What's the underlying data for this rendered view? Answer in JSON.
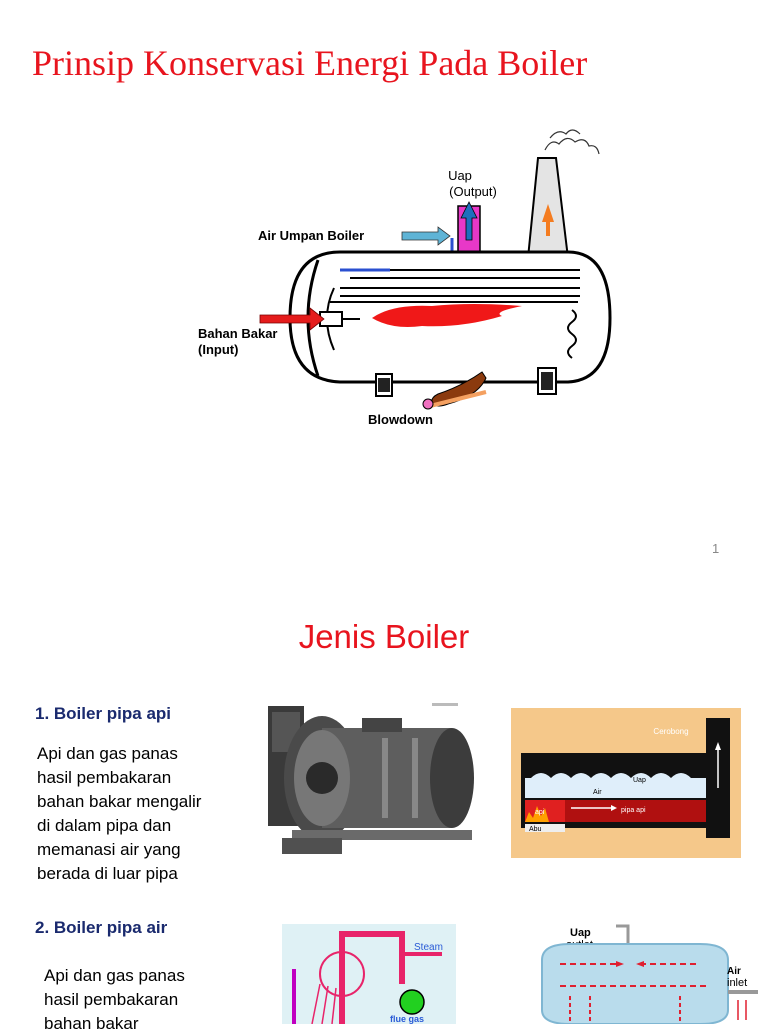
{
  "slide1": {
    "title": "Prinsip Konservasi Energi Pada Boiler",
    "page_number": "1",
    "diagram": {
      "label_uap": "Uap",
      "label_output": "(Output)",
      "label_feed": "Air Umpan Boiler",
      "label_fuel": "Bahan Bakar",
      "label_input": "(Input)",
      "label_blowdown": "Blowdown"
    }
  },
  "slide2": {
    "title": "Jenis Boiler",
    "section1": {
      "heading": "1. Boiler pipa api",
      "lines": [
        "Api dan gas panas",
        "hasil pembakaran",
        "bahan bakar mengalir",
        "di dalam pipa dan",
        "memanasi air yang",
        "berada di luar pipa"
      ],
      "diagram": {
        "label_chimney": "Cerobong",
        "label_steam": "Uap",
        "label_water": "Air",
        "label_tube": "pipa api",
        "label_fire": "api",
        "label_ash": "Abu"
      }
    },
    "section2": {
      "heading": "2. Boiler pipa air",
      "lines": [
        "Api dan gas panas",
        "hasil pembakaran",
        "bahan bakar"
      ],
      "diagram_left": {
        "label_steam": "Steam",
        "label_flue": "flue gas"
      },
      "diagram_right": {
        "label_uap": "Uap",
        "label_outlet": "outlet",
        "label_air": "Air",
        "label_inlet": "inlet"
      }
    }
  }
}
